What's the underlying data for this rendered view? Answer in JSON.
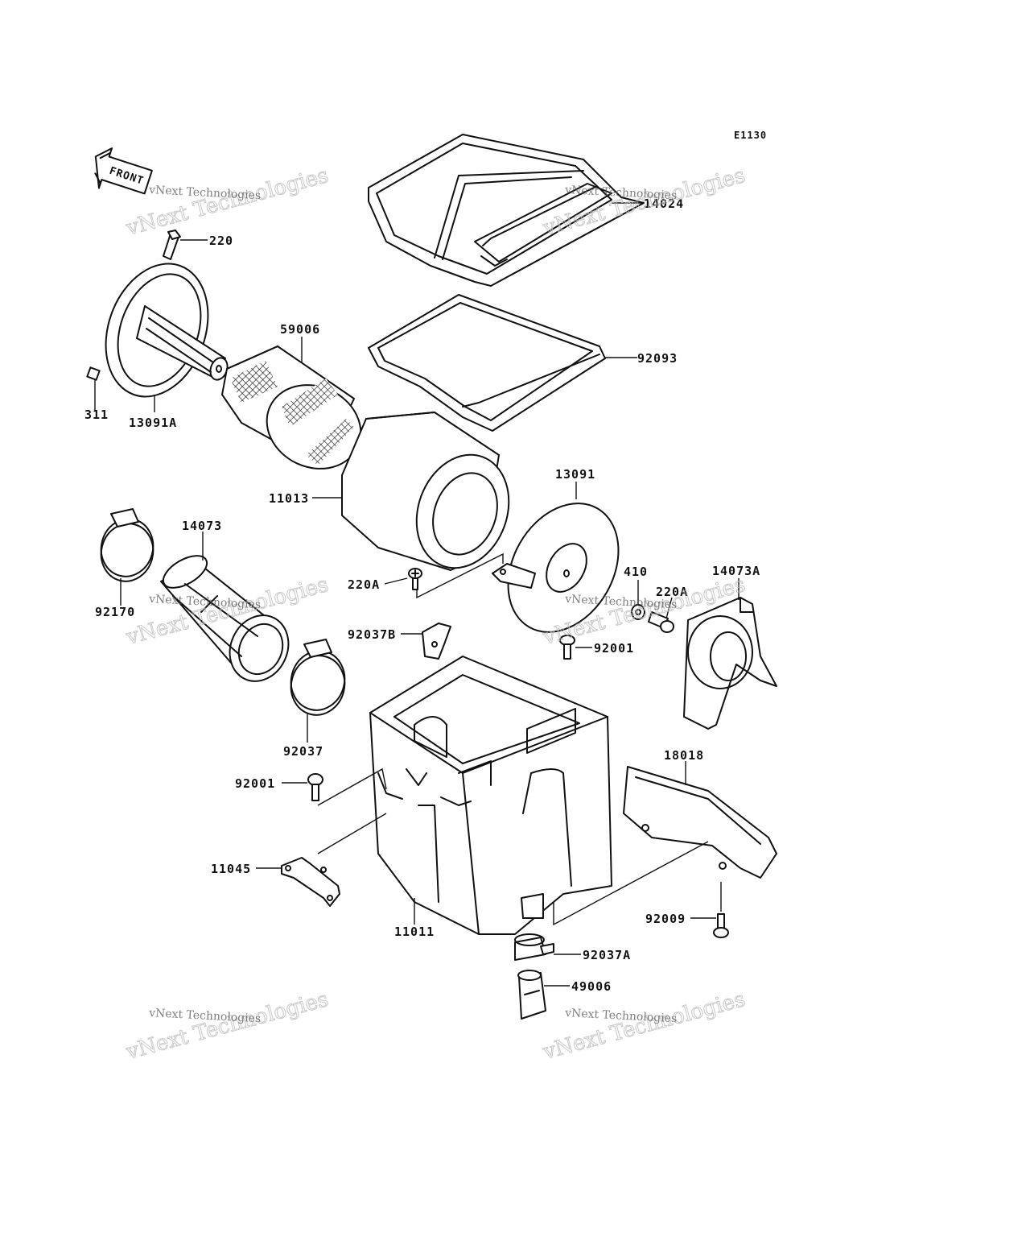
{
  "diagram_code": "E1130",
  "front_indicator": "FRONT",
  "watermark": {
    "big_text": "vNext Technologies",
    "small_text": "vNext Technologies"
  },
  "callouts": {
    "p14024": "14024",
    "p220": "220",
    "p59006": "59006",
    "p92093": "92093",
    "p311": "311",
    "p13091A": "13091A",
    "p11013": "11013",
    "p13091": "13091",
    "p14073": "14073",
    "p92170": "92170",
    "p220A_left": "220A",
    "p410": "410",
    "p220A_right": "220A",
    "p14073A": "14073A",
    "p92037B": "92037B",
    "p92001_upper": "92001",
    "p92037": "92037",
    "p18018": "18018",
    "p92001_lower": "92001",
    "p11045": "11045",
    "p11011": "11011",
    "p92009": "92009",
    "p92037A": "92037A",
    "p49006": "49006"
  }
}
